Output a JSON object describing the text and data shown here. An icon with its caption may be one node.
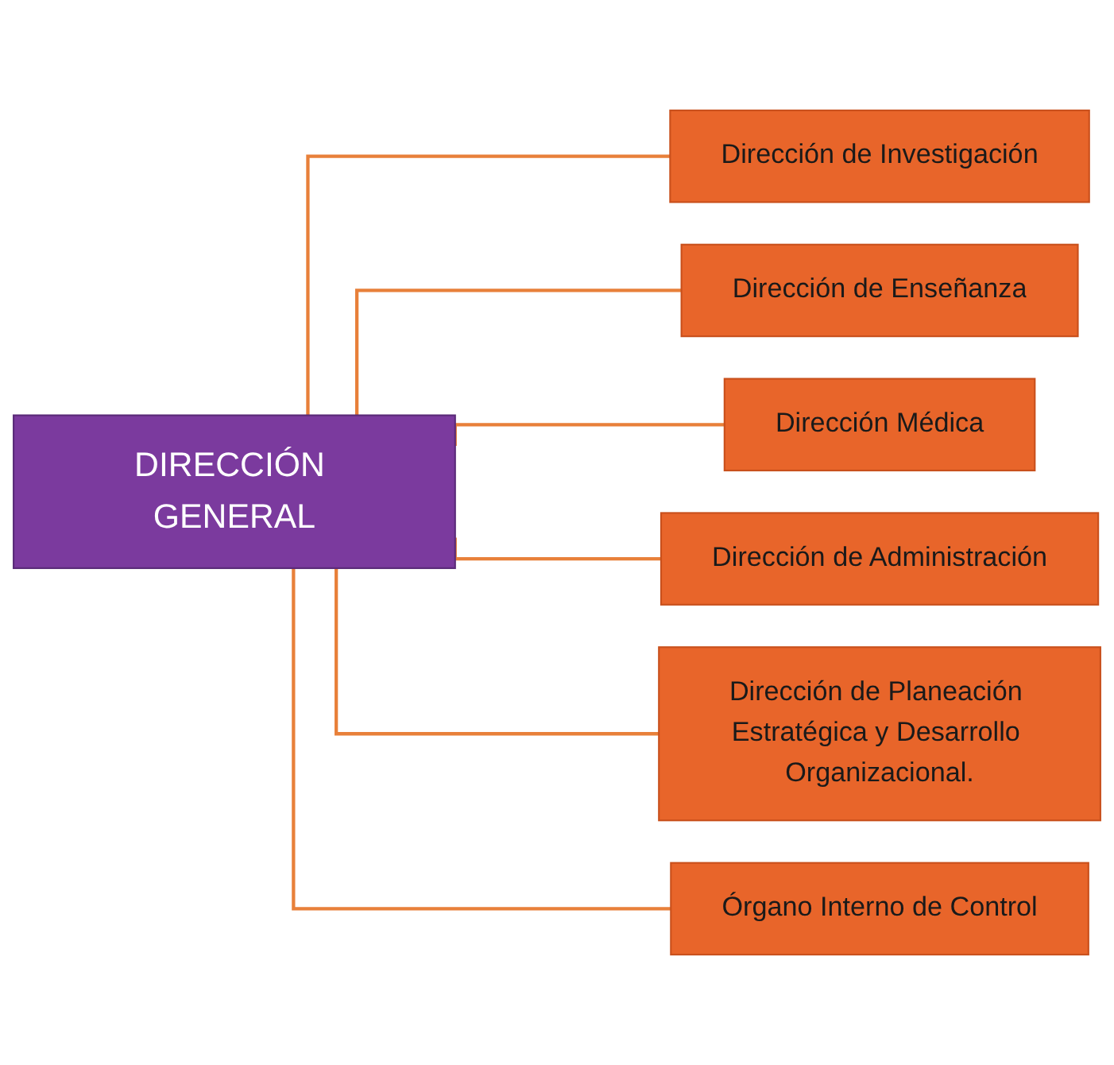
{
  "diagram": {
    "nodes": [
      {
        "text": [
          "DIRECCIÓN GENERAL"
        ]
      },
      {
        "text": [
          "Dirección de Investigación"
        ]
      },
      {
        "text": [
          "Dirección de Enseñanza"
        ]
      },
      {
        "text": [
          "Dirección Médica"
        ]
      },
      {
        "text": [
          "Dirección de Administración"
        ]
      },
      {
        "text": [
          "Dirección de Planeación Estratégica y Desarrollo Organizacional."
        ]
      },
      {
        "text": [
          "Órgano Interno de Control"
        ]
      }
    ],
    "edges": [
      {
        "from": 0,
        "to": 1,
        "arrow": "none"
      },
      {
        "from": 0,
        "to": 2,
        "arrow": "none"
      },
      {
        "from": 0,
        "to": 3,
        "arrow": "none"
      },
      {
        "from": 0,
        "to": 4,
        "arrow": "none"
      },
      {
        "from": 0,
        "to": 5,
        "arrow": "none"
      },
      {
        "from": 0,
        "to": 6,
        "arrow": "none"
      }
    ]
  }
}
